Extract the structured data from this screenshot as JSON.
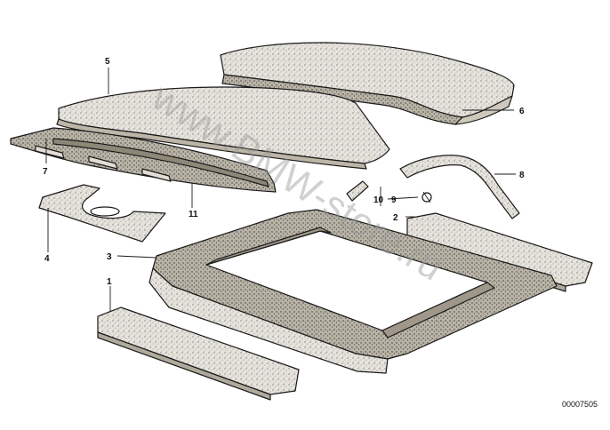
{
  "watermark": "www.BMW-store.ru",
  "document_number": "00007505",
  "callouts": {
    "c1": "1",
    "c2": "2",
    "c3": "3",
    "c4": "4",
    "c5": "5",
    "c6": "6",
    "c7": "7",
    "c8": "8",
    "c9": "9",
    "c10": "10",
    "c11": "11"
  },
  "colors": {
    "line": "#1a1a1a",
    "foam": "#d9d6cf",
    "panel": "#c9c4b8",
    "dark": "#6b6459"
  }
}
